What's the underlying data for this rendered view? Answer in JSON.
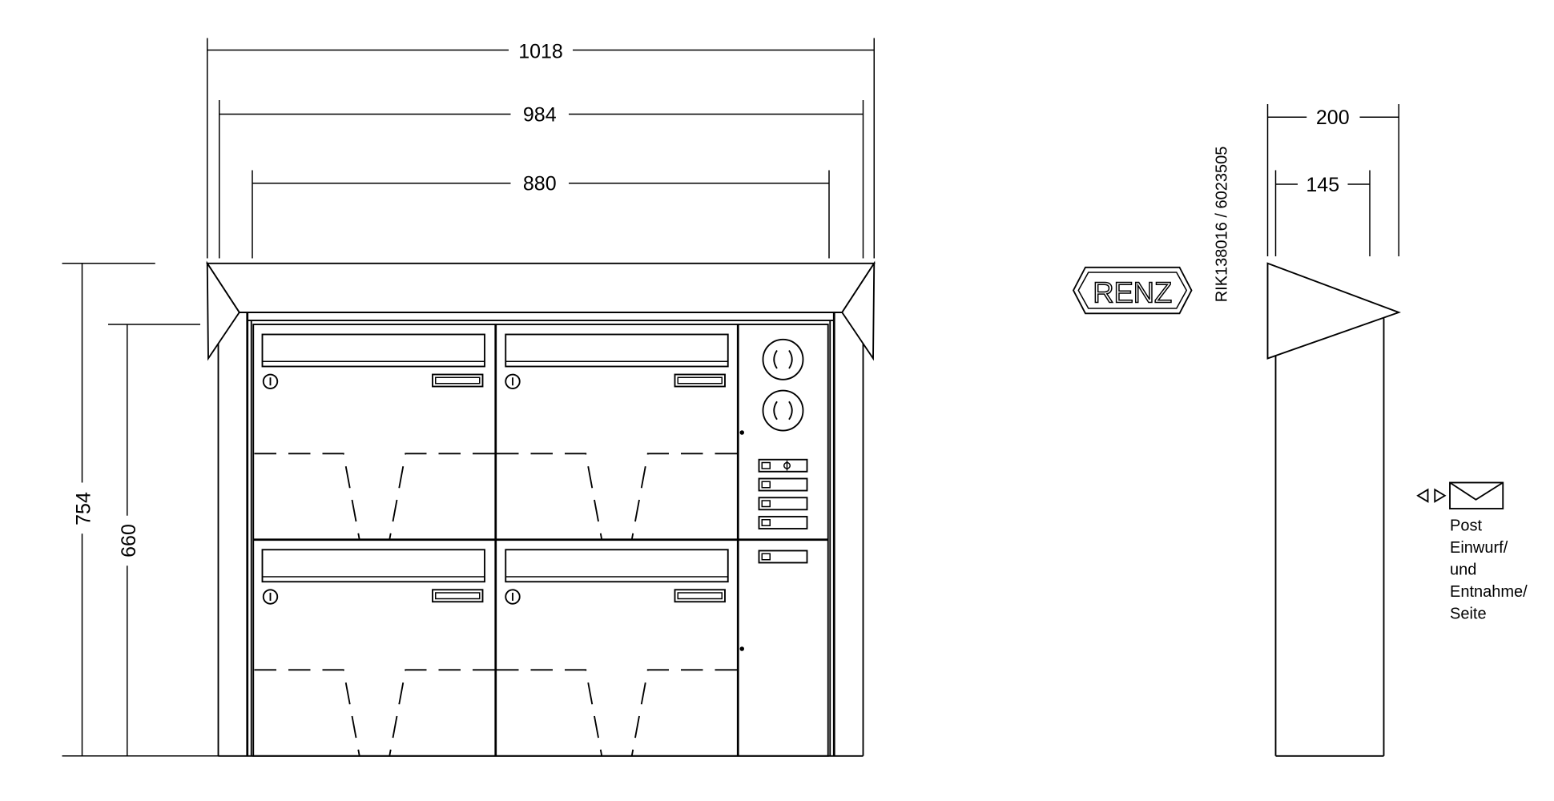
{
  "dimensions": {
    "overall_width": "1018",
    "roof_width": "984",
    "body_width": "880",
    "overall_height": "754",
    "body_height": "660",
    "side_depth_total": "200",
    "side_depth_body": "145"
  },
  "brand": {
    "logo_text": "RENZ",
    "article_number": "RIK138016 / 6023505"
  },
  "mail_access": {
    "lines": [
      "Post",
      "Einwurf/",
      "und",
      "Entnahme/",
      "Seite"
    ]
  }
}
